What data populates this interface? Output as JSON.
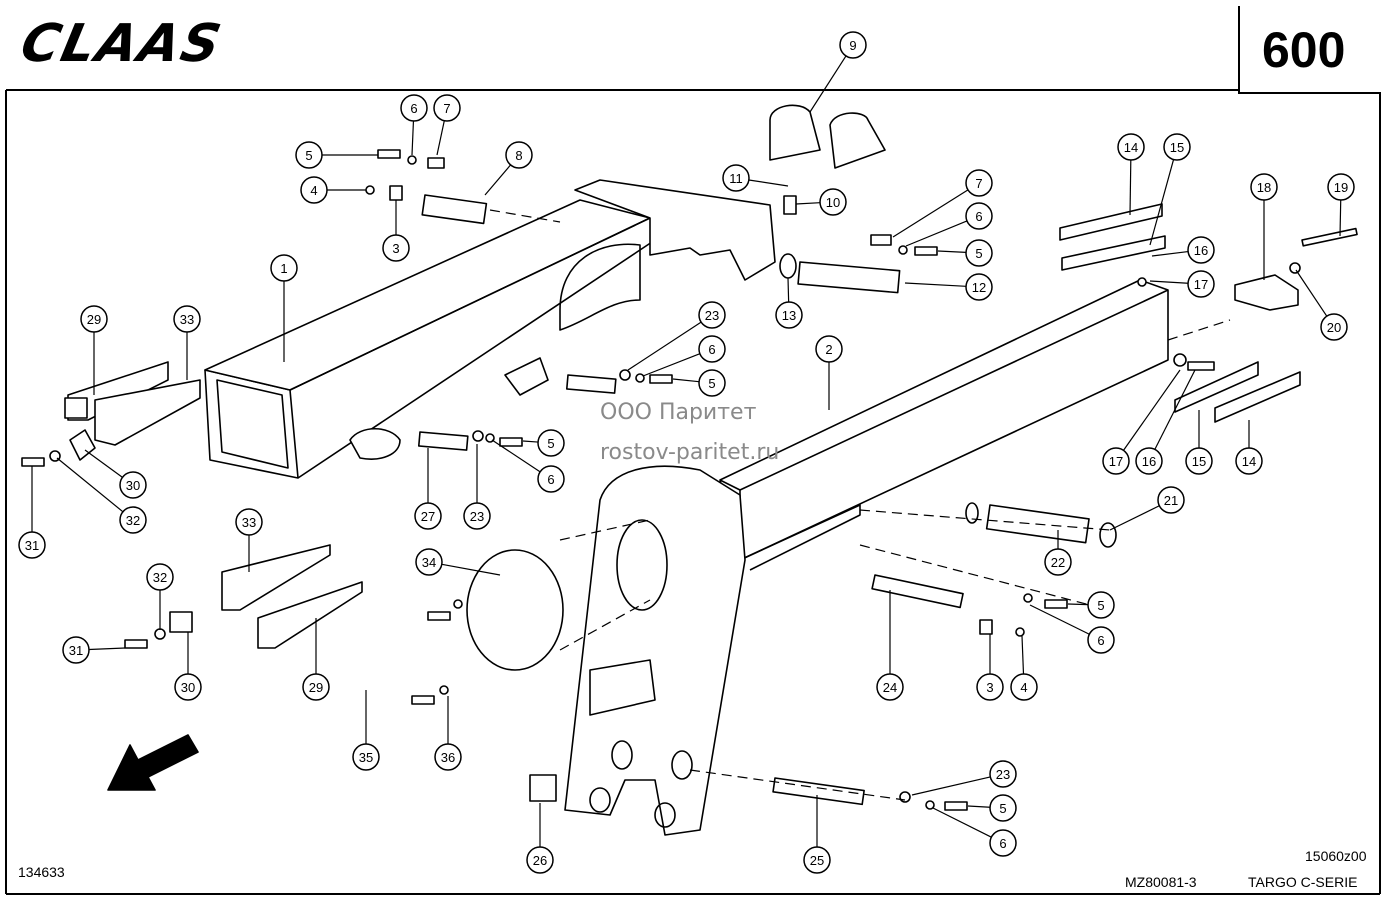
{
  "header": {
    "brand": "CLAAS",
    "page_number": "600"
  },
  "footer": {
    "left_code": "134633",
    "right_top_code": "15060z00",
    "drawing_code": "MZ80081-3",
    "series": "TARGO C-SERIE"
  },
  "watermark": {
    "line1": "ООО Паритет",
    "line2": "rostov-paritet.ru"
  },
  "callouts": [
    {
      "n": "9"
    },
    {
      "n": "6"
    },
    {
      "n": "7"
    },
    {
      "n": "5"
    },
    {
      "n": "8"
    },
    {
      "n": "4"
    },
    {
      "n": "3"
    },
    {
      "n": "11"
    },
    {
      "n": "10"
    },
    {
      "n": "7"
    },
    {
      "n": "6"
    },
    {
      "n": "5"
    },
    {
      "n": "12"
    },
    {
      "n": "13"
    },
    {
      "n": "14"
    },
    {
      "n": "15"
    },
    {
      "n": "16"
    },
    {
      "n": "17"
    },
    {
      "n": "18"
    },
    {
      "n": "19"
    },
    {
      "n": "20"
    },
    {
      "n": "1"
    },
    {
      "n": "29"
    },
    {
      "n": "33"
    },
    {
      "n": "23"
    },
    {
      "n": "6"
    },
    {
      "n": "5"
    },
    {
      "n": "2"
    },
    {
      "n": "5"
    },
    {
      "n": "6"
    },
    {
      "n": "27"
    },
    {
      "n": "23"
    },
    {
      "n": "30"
    },
    {
      "n": "32"
    },
    {
      "n": "31"
    },
    {
      "n": "17"
    },
    {
      "n": "16"
    },
    {
      "n": "15"
    },
    {
      "n": "14"
    },
    {
      "n": "21"
    },
    {
      "n": "22"
    },
    {
      "n": "33"
    },
    {
      "n": "34"
    },
    {
      "n": "32"
    },
    {
      "n": "31"
    },
    {
      "n": "30"
    },
    {
      "n": "29"
    },
    {
      "n": "5"
    },
    {
      "n": "6"
    },
    {
      "n": "3"
    },
    {
      "n": "4"
    },
    {
      "n": "24"
    },
    {
      "n": "35"
    },
    {
      "n": "36"
    },
    {
      "n": "23"
    },
    {
      "n": "5"
    },
    {
      "n": "6"
    },
    {
      "n": "26"
    },
    {
      "n": "25"
    }
  ]
}
